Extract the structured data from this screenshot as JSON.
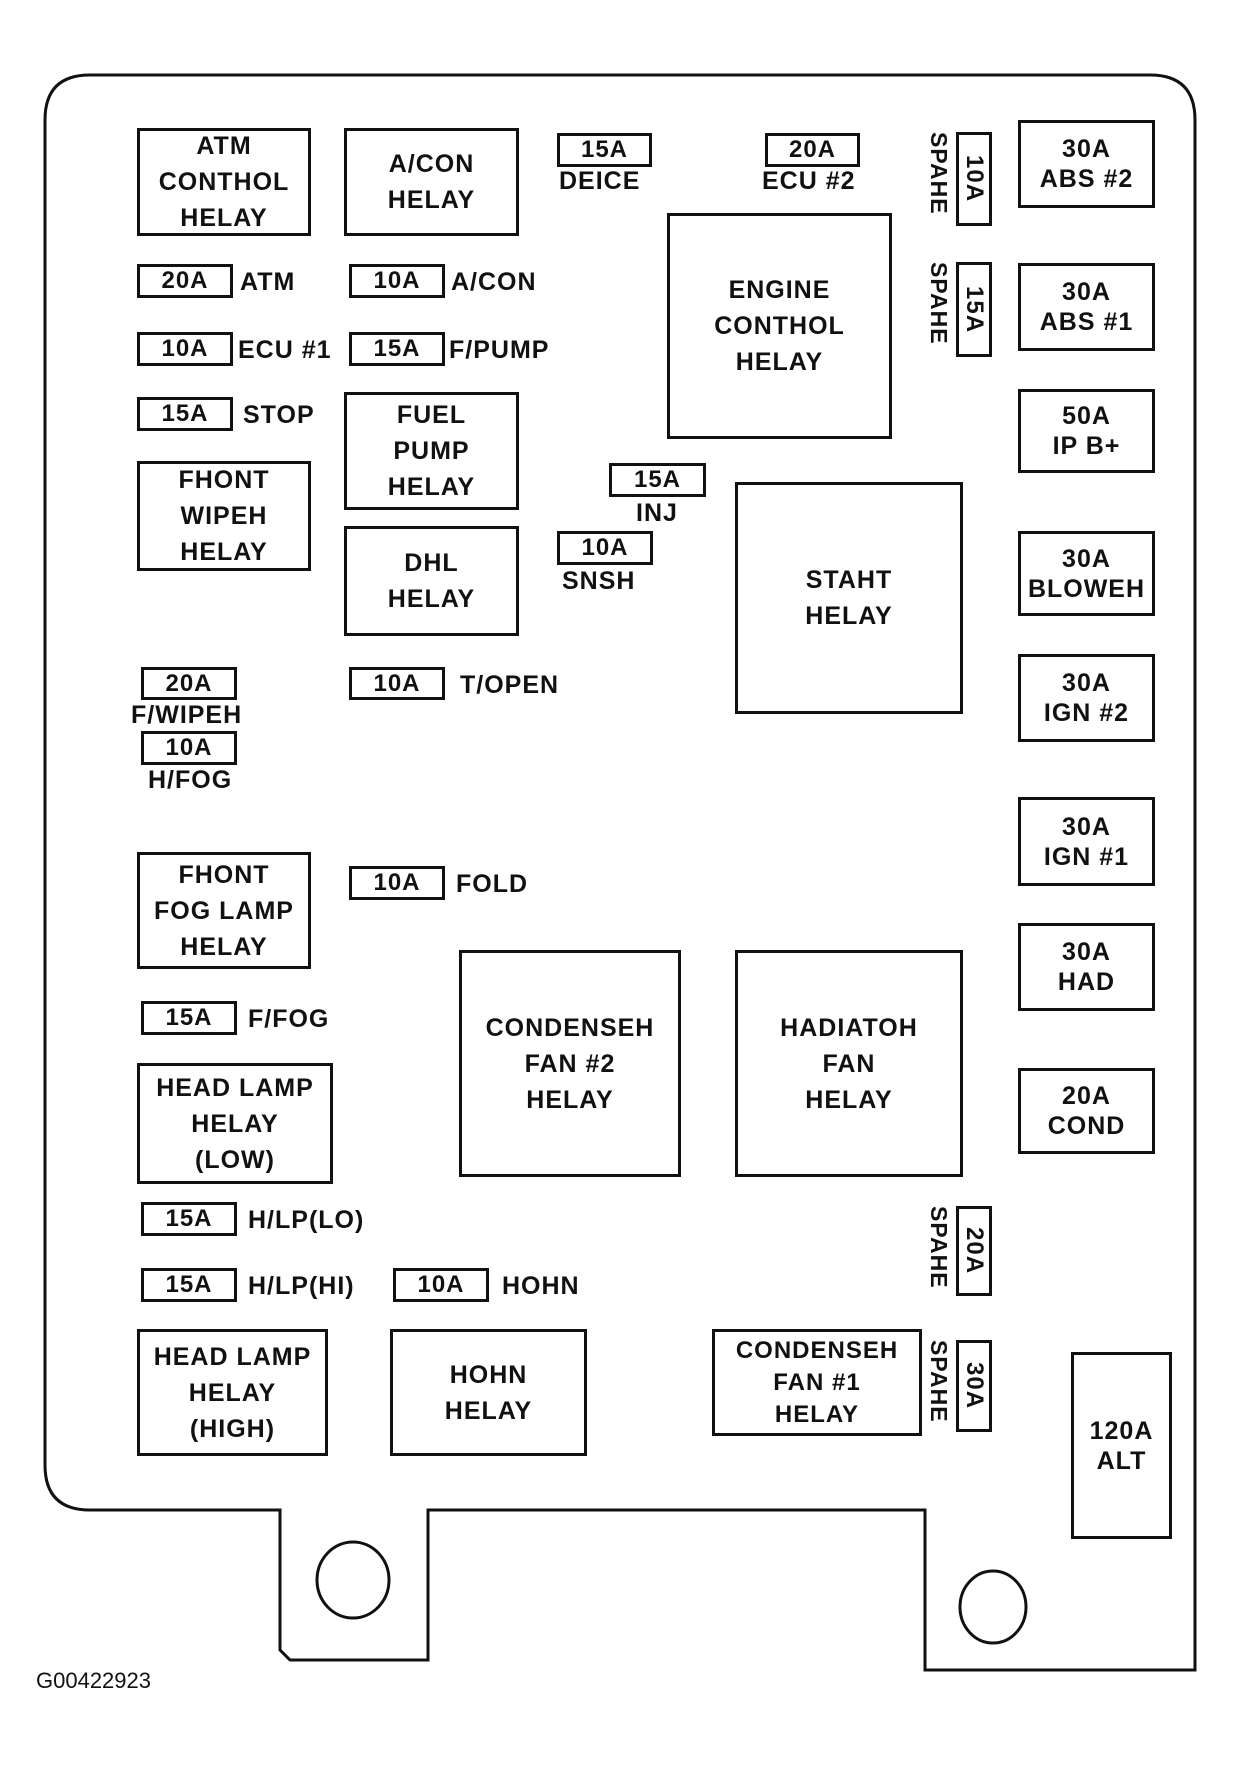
{
  "relays": {
    "atm_control": "ATM\nCONTHOL\nHELAY",
    "acon": "A/CON\nHELAY",
    "engine_control": "ENGINE\nCONTHOL\nHELAY",
    "fuel_pump": "FUEL\nPUMP\nHELAY",
    "front_wiper": "FHONT\nWIPEH\nHELAY",
    "drl": "DHL\nHELAY",
    "start": "STAHT\nHELAY",
    "front_fog": "FHONT\nFOG LAMP\nHELAY",
    "condenser_fan_2": "CONDENSEH\nFAN #2\nHELAY",
    "radiator_fan": "HADIATOH\nFAN\nHELAY",
    "head_lamp_low": "HEAD LAMP\nHELAY\n(LOW)",
    "head_lamp_high": "HEAD LAMP\nHELAY\n(HIGH)",
    "horn": "HOHN\nHELAY",
    "condenser_fan_1": "CONDENSEH\nFAN #1\nHELAY"
  },
  "fuses": {
    "deice": {
      "amp": "15A",
      "label": "DEICE"
    },
    "ecu2": {
      "amp": "20A",
      "label": "ECU #2"
    },
    "atm": {
      "amp": "20A",
      "label": "ATM"
    },
    "acon": {
      "amp": "10A",
      "label": "A/CON"
    },
    "ecu1": {
      "amp": "10A",
      "label": "ECU #1"
    },
    "fpump": {
      "amp": "15A",
      "label": "F/PUMP"
    },
    "stop": {
      "amp": "15A",
      "label": "STOP"
    },
    "inj": {
      "amp": "15A",
      "label": "INJ"
    },
    "snsr": {
      "amp": "10A",
      "label": "SNSH"
    },
    "fwiper": {
      "amp": "20A",
      "label": "F/WIPEH"
    },
    "topen": {
      "amp": "10A",
      "label": "T/OPEN"
    },
    "rfog": {
      "amp": "10A",
      "label": "H/FOG"
    },
    "fold": {
      "amp": "10A",
      "label": "FOLD"
    },
    "ffog": {
      "amp": "15A",
      "label": "F/FOG"
    },
    "hlp_lo": {
      "amp": "15A",
      "label": "H/LP(LO)"
    },
    "hlp_hi": {
      "amp": "15A",
      "label": "H/LP(HI)"
    },
    "horn": {
      "amp": "10A",
      "label": "HOHN"
    }
  },
  "spares": {
    "label": "SPAHE",
    "s1": "10A",
    "s2": "15A",
    "s3": "20A",
    "s4": "30A"
  },
  "right_fuses": {
    "abs2": "30A\nABS #2",
    "abs1": "30A\nABS #1",
    "ipb": "50A\nIP B+",
    "blower": "30A\nBLOWEH",
    "ign2": "30A\nIGN #2",
    "ign1": "30A\nIGN #1",
    "rad": "30A\nHAD",
    "cond": "20A\nCOND",
    "alt": "120A\nALT"
  },
  "diagram_code": "G00422923"
}
